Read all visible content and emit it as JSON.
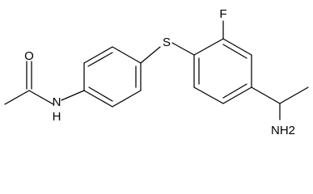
{
  "molecule": {
    "atoms": {
      "oxygen": "O",
      "amide_nitrogen": "N",
      "amide_hydrogen": "H",
      "sulfur": "S",
      "fluorine": "F",
      "amine_group": "NH2"
    }
  }
}
